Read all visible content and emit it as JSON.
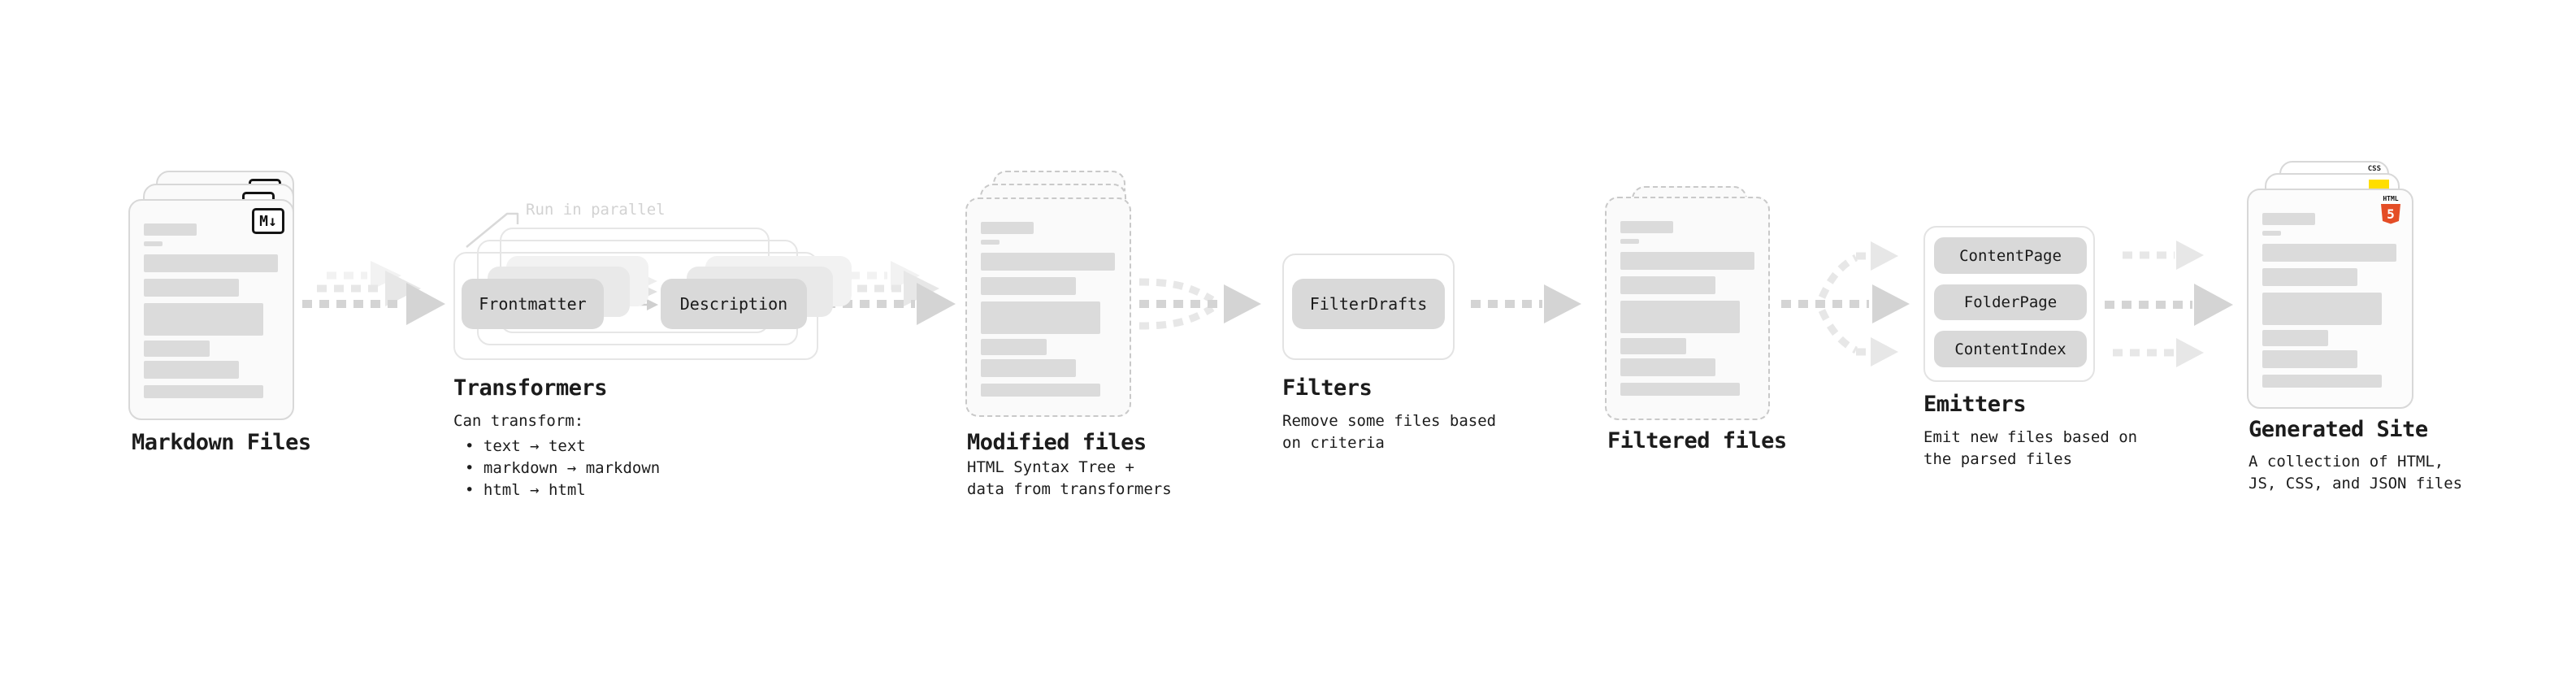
{
  "colors": {
    "html5_orange": "#E44D26",
    "js_yellow": "#FFDE00",
    "css_blue": "#2965F1",
    "arrow_gray": "#D4D4D4",
    "pill_gray": "#D9D9D9"
  },
  "markdown_files": {
    "label": "Markdown Files",
    "badge": "M↓"
  },
  "transformers": {
    "label": "Transformers",
    "annotation": "Run in parallel",
    "pill_left": "Frontmatter",
    "pill_right": "Description",
    "caption": "Can transform:",
    "bullets": [
      "• text → text",
      "• markdown → markdown",
      "• html → html"
    ]
  },
  "modified_files": {
    "label": "Modified files",
    "caption": "HTML Syntax Tree +\ndata from transformers"
  },
  "filters": {
    "label": "Filters",
    "pill": "FilterDrafts",
    "caption": "Remove some files based\non criteria"
  },
  "filtered_files": {
    "label": "Filtered files"
  },
  "emitters": {
    "label": "Emitters",
    "pills": [
      "ContentPage",
      "FolderPage",
      "ContentIndex"
    ],
    "caption": "Emit new files based on\nthe parsed files"
  },
  "generated_site": {
    "label": "Generated Site",
    "caption": "A collection of HTML,\nJS, CSS, and JSON files",
    "html5_badge_label": "HTML",
    "html5_badge_number": "5",
    "css_badge": "CSS"
  }
}
